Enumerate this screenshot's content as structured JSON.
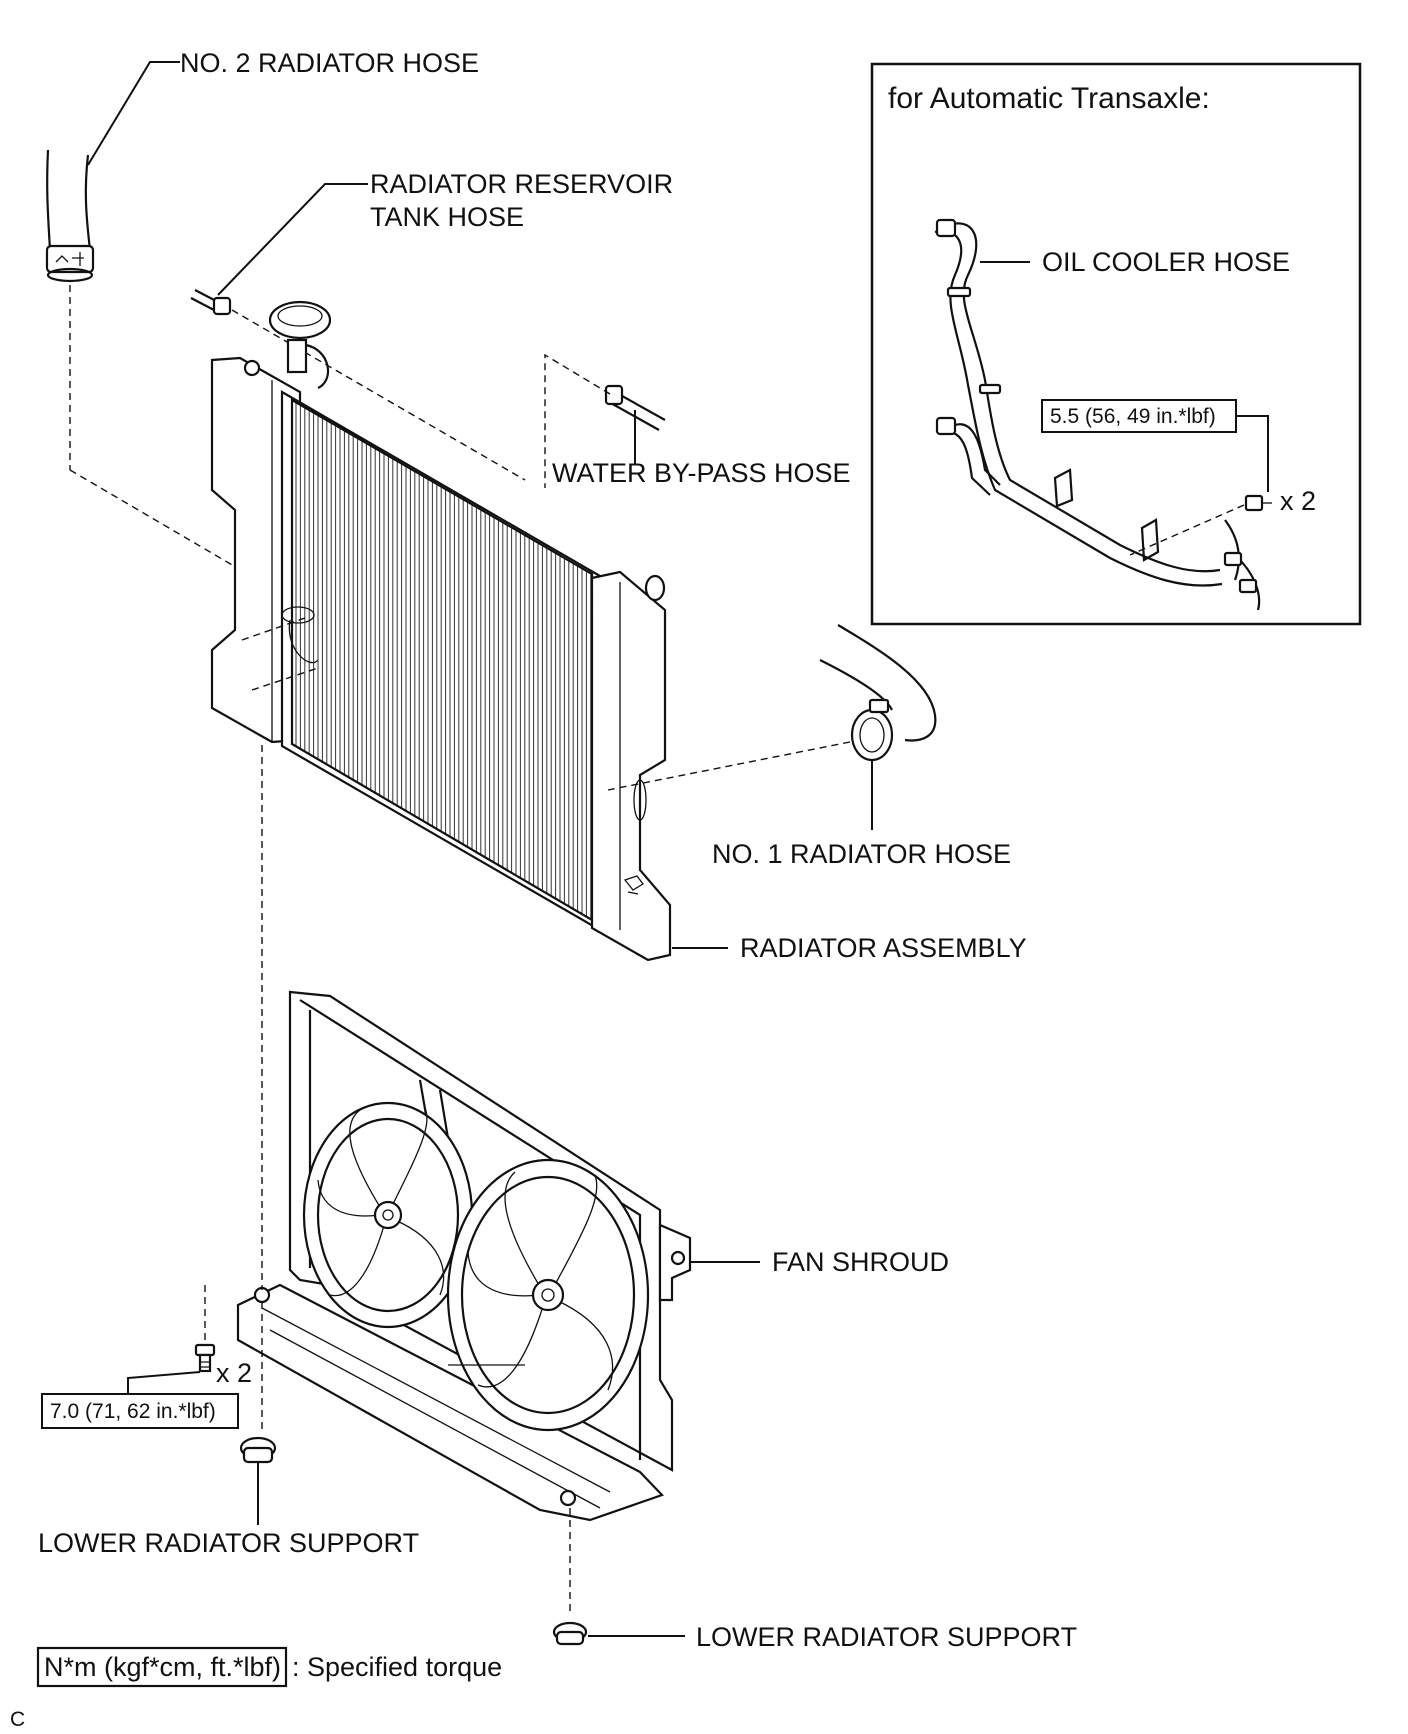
{
  "labels": {
    "no2_radiator_hose": "NO. 2 RADIATOR HOSE",
    "reservoir_tank_hose_1": "RADIATOR RESERVOIR",
    "reservoir_tank_hose_2": "TANK HOSE",
    "water_bypass_hose": "WATER BY-PASS HOSE",
    "no1_radiator_hose": "NO. 1 RADIATOR HOSE",
    "radiator_assembly": "RADIATOR ASSEMBLY",
    "fan_shroud": "FAN SHROUD",
    "lower_radiator_support_left": "LOWER RADIATOR SUPPORT",
    "lower_radiator_support_right": "LOWER RADIATOR SUPPORT"
  },
  "inset": {
    "title": "for Automatic Transaxle:",
    "oil_cooler_hose": "OIL COOLER HOSE",
    "torque": "5.5 (56, 49 in.*lbf)",
    "quantity": "x 2"
  },
  "shroud_bolts": {
    "torque": "7.0 (71, 62 in.*lbf)",
    "quantity": "x 2"
  },
  "legend": {
    "boxed_text": "N*m (kgf*cm, ft.*lbf)",
    "description": ": Specified torque"
  },
  "corner_mark": "C"
}
